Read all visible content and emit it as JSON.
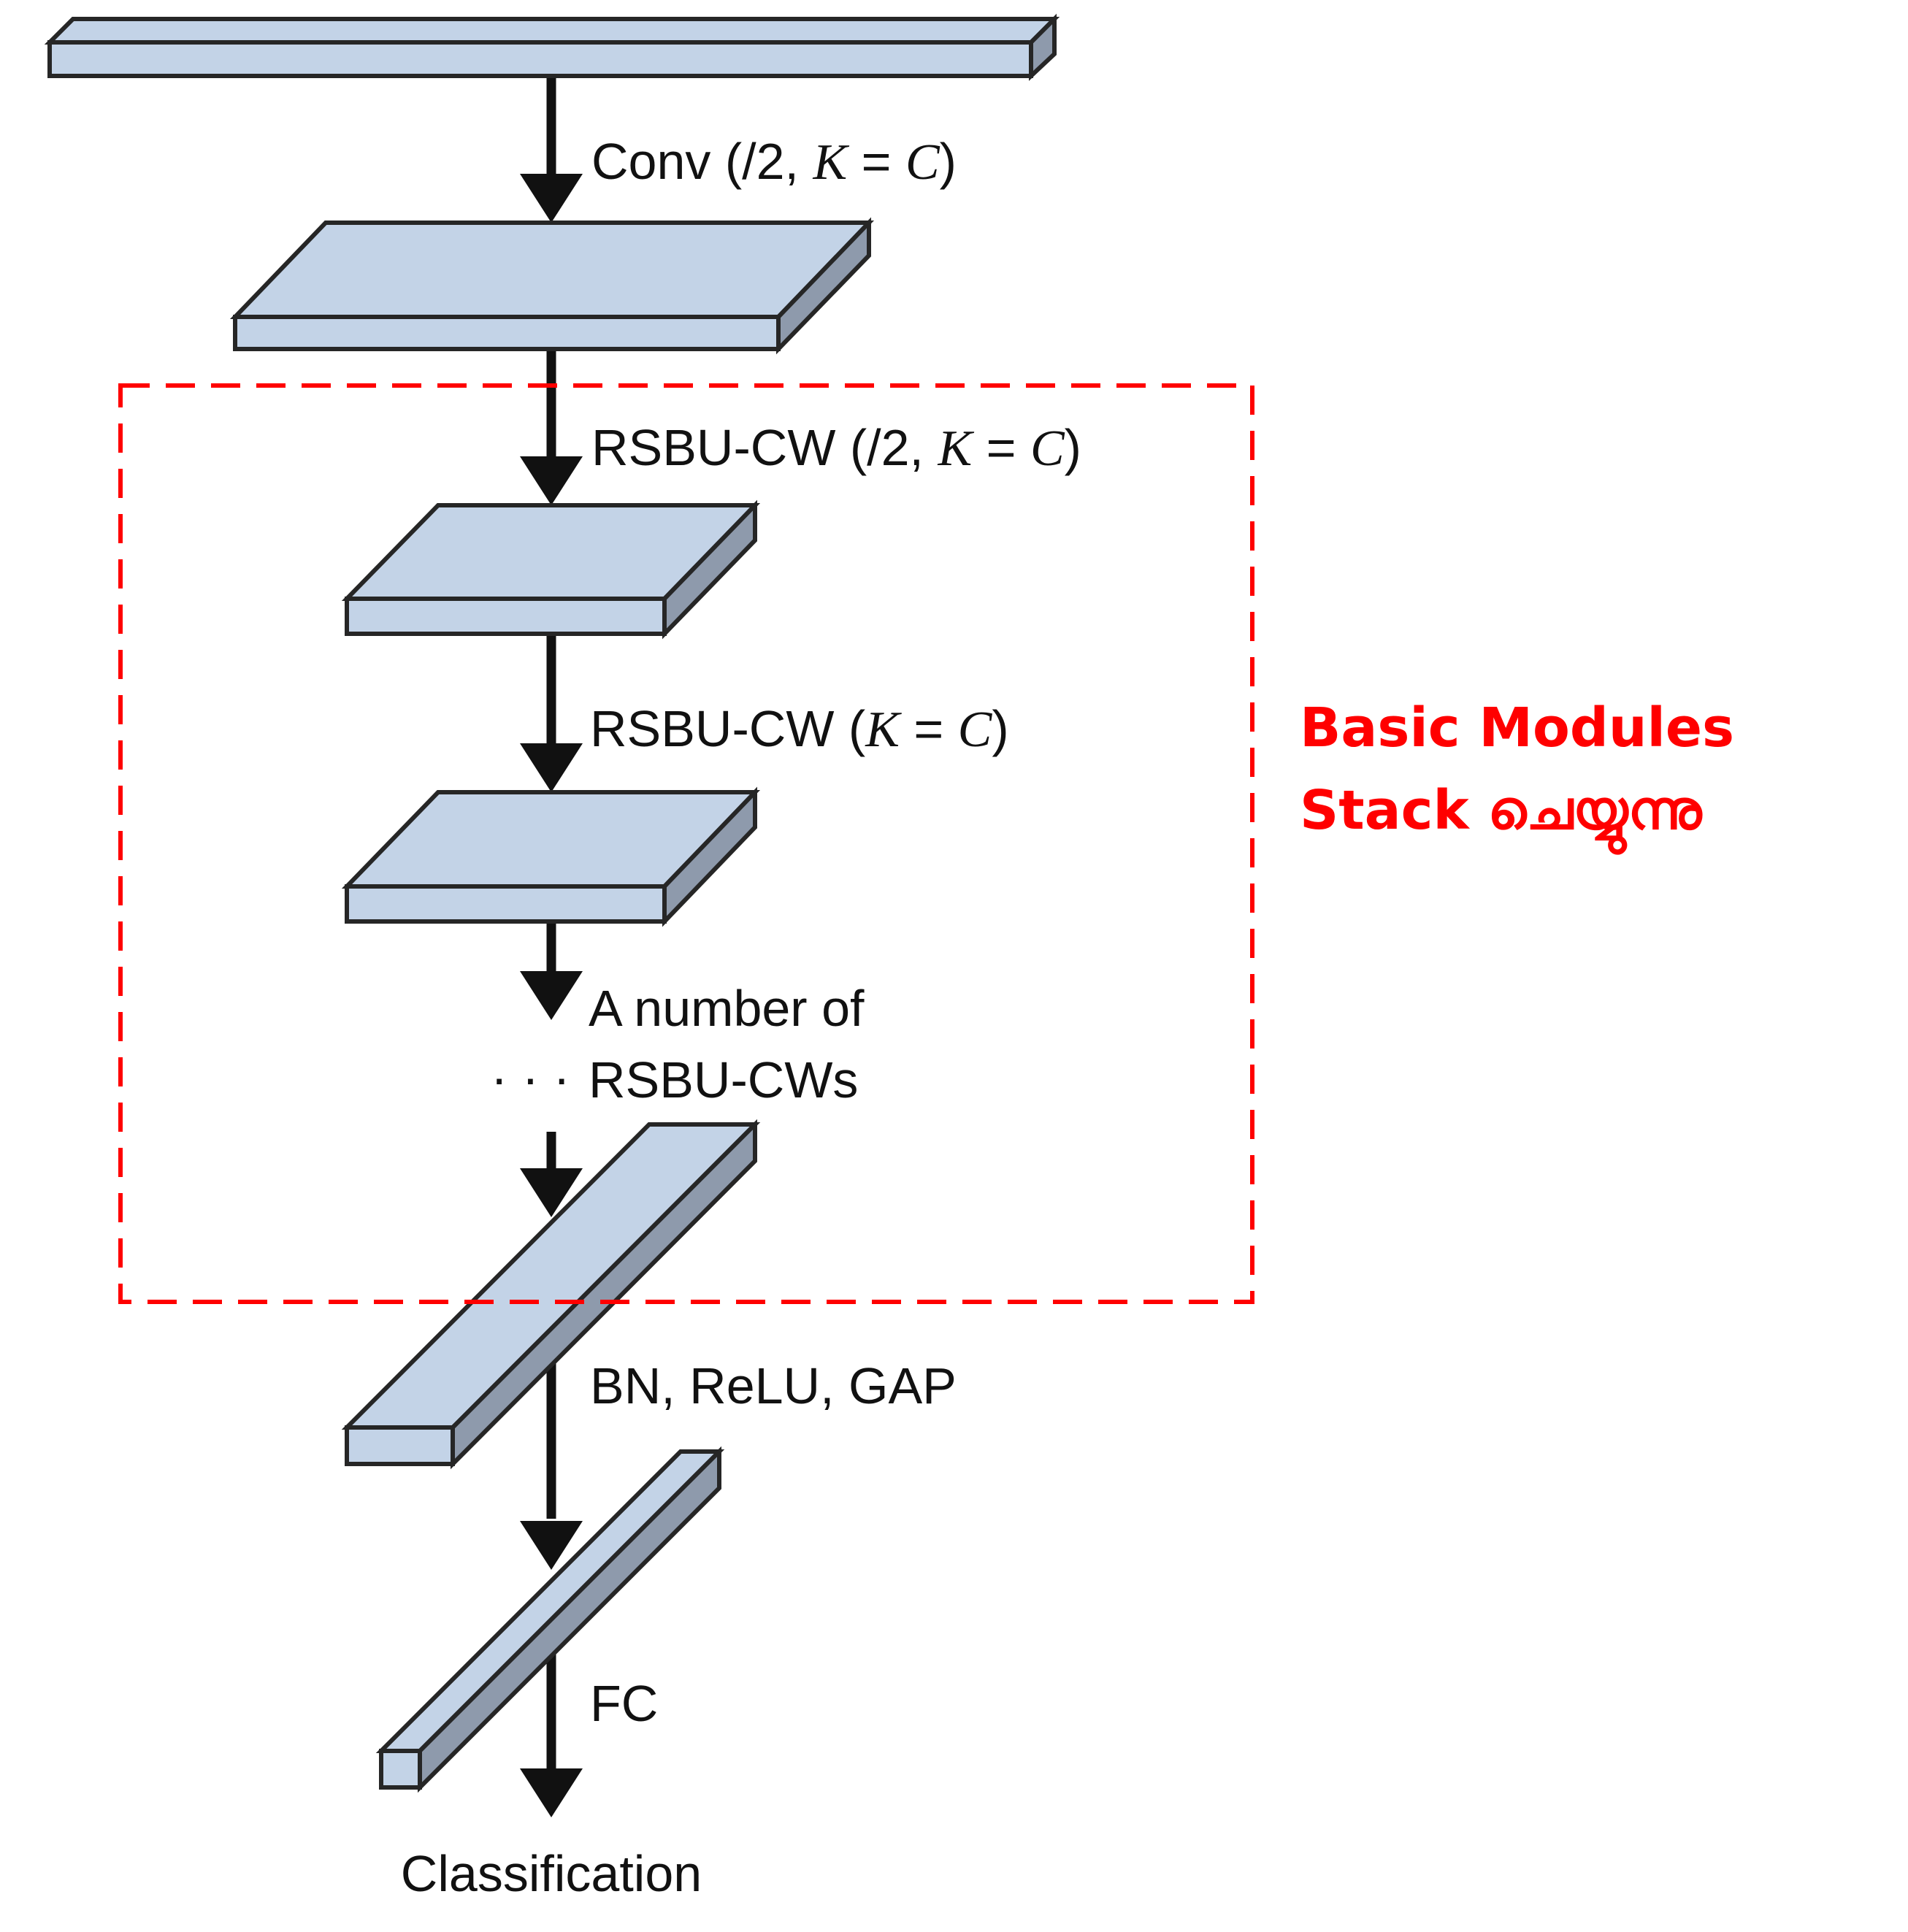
{
  "diagram": {
    "layers": [
      {
        "label_parts": [
          "Conv (/2, ",
          "K",
          " = ",
          "C",
          ")"
        ]
      },
      {
        "label_parts": [
          "RSBU-CW (/2, ",
          "K",
          " = ",
          "C",
          ")"
        ]
      },
      {
        "label_parts": [
          "RSBU-CW (",
          "K",
          " = ",
          "C",
          ")"
        ]
      },
      {
        "label_lines": [
          "A number of",
          "RSBU-CWs"
        ],
        "ellipsis": "· · ·"
      },
      {
        "label": "BN, ReLU, GAP"
      },
      {
        "label": "FC"
      }
    ],
    "output_label": "Classification",
    "group": {
      "label_lines": [
        "Basic Modules",
        "Stack ചെയ്യുന്നു"
      ],
      "color": "#ff0000"
    },
    "colors": {
      "block_face": "#c3d3e7",
      "block_side": "#8e9aac",
      "block_edge": "#262626",
      "arrow": "#111111"
    }
  }
}
